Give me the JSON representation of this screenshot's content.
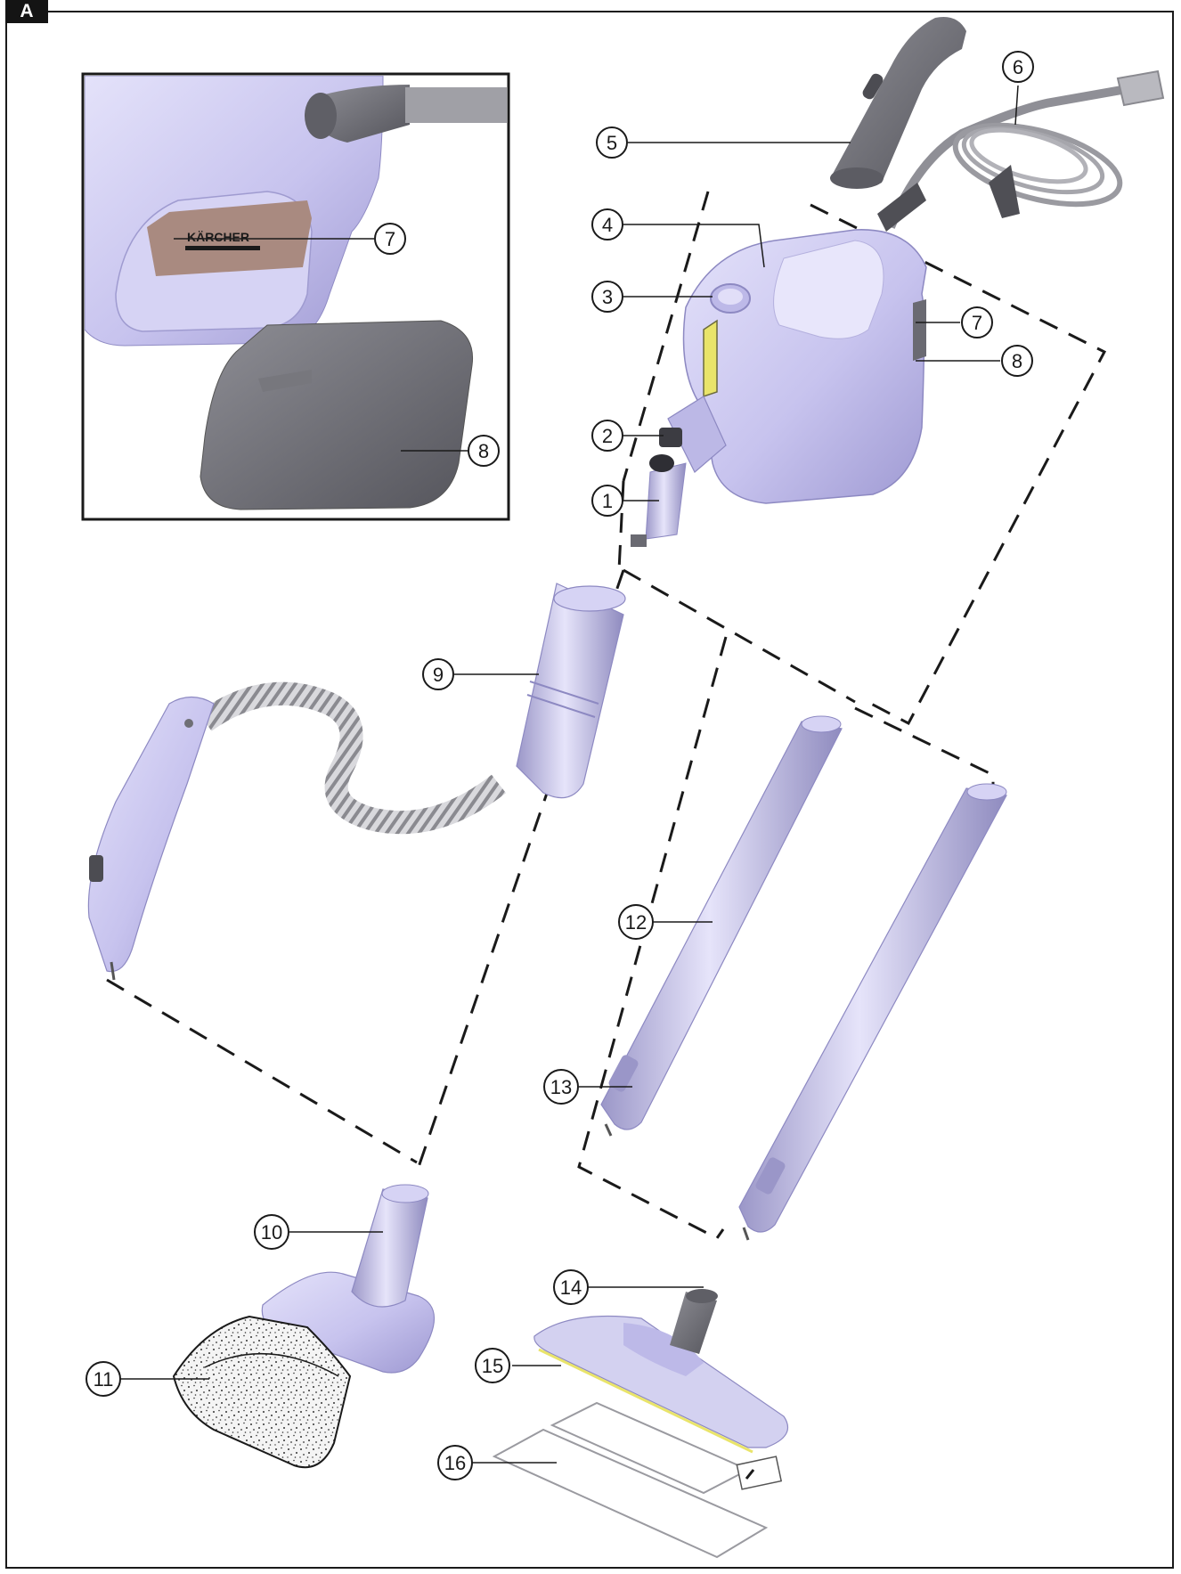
{
  "panel_label": "A",
  "brand_label": "KÄRCHER",
  "colors": {
    "body": "#c9c6ee",
    "body_dark": "#a8a4d6",
    "grey_part": "#6f6f75",
    "cord": "#9a9aa0",
    "brand_plate": "#a98a80",
    "accent_yellow": "#e9e46a",
    "line": "#1a1a1a"
  },
  "callouts": [
    {
      "id": "1",
      "label": "1"
    },
    {
      "id": "2",
      "label": "2"
    },
    {
      "id": "3",
      "label": "3"
    },
    {
      "id": "4",
      "label": "4"
    },
    {
      "id": "5",
      "label": "5"
    },
    {
      "id": "6",
      "label": "6"
    },
    {
      "id": "7",
      "label": "7"
    },
    {
      "id": "8",
      "label": "8"
    },
    {
      "id": "7b",
      "label": "7"
    },
    {
      "id": "8b",
      "label": "8"
    },
    {
      "id": "9",
      "label": "9"
    },
    {
      "id": "10",
      "label": "10"
    },
    {
      "id": "11",
      "label": "11"
    },
    {
      "id": "12",
      "label": "12"
    },
    {
      "id": "13",
      "label": "13"
    },
    {
      "id": "14",
      "label": "14"
    },
    {
      "id": "15",
      "label": "15"
    },
    {
      "id": "16",
      "label": "16"
    }
  ]
}
